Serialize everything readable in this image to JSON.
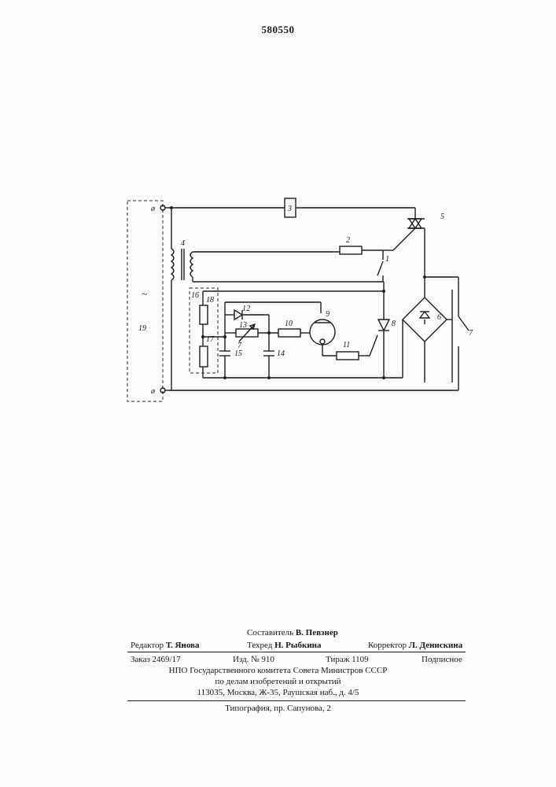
{
  "patent_number": "580550",
  "schematic": {
    "labels": {
      "l1": "1",
      "l2": "2",
      "l3": "3",
      "l4": "4",
      "l5": "5",
      "l6": "6",
      "l7": "7",
      "l8": "8",
      "l9": "9",
      "l10": "10",
      "l11": "11",
      "l12": "12",
      "l13": "13",
      "l14": "14",
      "l15": "15",
      "l16": "16",
      "l17": "17",
      "l18": "18",
      "l19": "19",
      "l7b": "7",
      "ac_symbol": "~",
      "terminal_top": "ø",
      "terminal_bottom": "ø"
    }
  },
  "imprint": {
    "compiler_role": "Составитель",
    "compiler_name": "В. Певзнер",
    "editor_role": "Редактор",
    "editor_name": "Т. Янова",
    "techeditor_role": "Техред",
    "techeditor_name": "Н. Рыбкина",
    "corrector_role": "Корректор",
    "corrector_name": "Л. Денискина",
    "order": "Заказ 2469/17",
    "issue": "Изд. № 910",
    "circulation": "Тираж 1109",
    "subscription": "Подписное",
    "org_line1": "НПО Государственного комитета Совета Министров СССР",
    "org_line2": "по делам изобретений и открытий",
    "address": "113035, Москва, Ж-35, Раушская наб., д. 4/5",
    "printer": "Типография, пр. Сапунова, 2"
  }
}
